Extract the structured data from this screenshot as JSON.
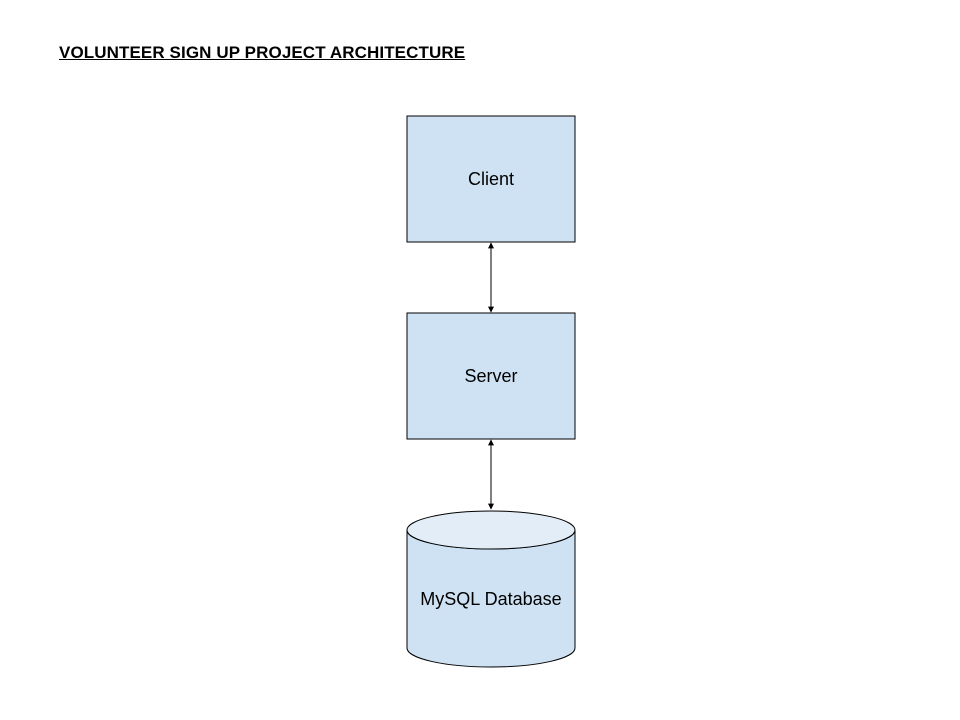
{
  "title": "VOLUNTEER SIGN UP PROJECT ARCHITECTURE",
  "nodes": {
    "client": {
      "label": "Client",
      "shape": "rectangle"
    },
    "server": {
      "label": "Server",
      "shape": "rectangle"
    },
    "database": {
      "label": "MySQL Database",
      "shape": "cylinder"
    }
  },
  "edges": [
    {
      "from": "client",
      "to": "server",
      "direction": "bidirectional"
    },
    {
      "from": "server",
      "to": "database",
      "direction": "bidirectional"
    }
  ],
  "colors": {
    "node_fill": "#cfe2f3",
    "cylinder_top_fill": "#e2edf8",
    "stroke": "#000000",
    "background": "#ffffff"
  }
}
